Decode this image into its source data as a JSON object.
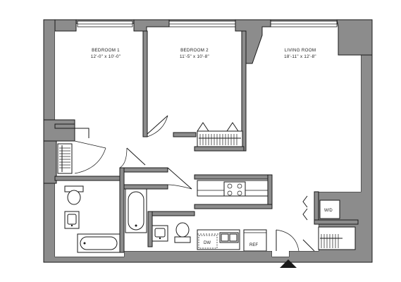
{
  "rooms": {
    "bedroom1": {
      "name": "BEDROOM 1",
      "dims": "12'-0\" x 10'-0\""
    },
    "bedroom2": {
      "name": "BEDROOM 2",
      "dims": "11'-5\" x 10'-8\""
    },
    "living_room": {
      "name": "LIVING ROOM",
      "dims": "18'-11\" x 12'-8\""
    }
  },
  "appliances": {
    "washer_dryer": "W/D",
    "dishwasher": "DW",
    "refrigerator": "REF"
  },
  "icons": {
    "entry": "entry-arrow-icon"
  }
}
